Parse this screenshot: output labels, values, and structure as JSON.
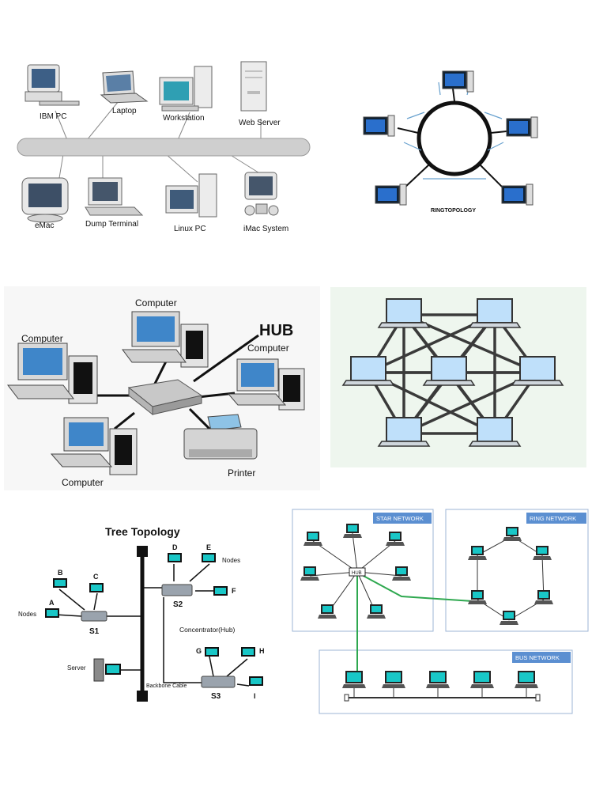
{
  "bus_diagram": {
    "labels": {
      "ibm_pc": "IBM PC",
      "laptop": "Laptop",
      "workstation": "Workstation",
      "web_server": "Web Server",
      "emac": "eMac",
      "dump_terminal": "Dump Terminal",
      "linux_pc": "Linux PC",
      "imac_system": "iMac System"
    }
  },
  "ring_diagram": {
    "caption": "RINGTOPOLOGY"
  },
  "star_diagram": {
    "hub_label": "HUB",
    "computer_label": "Computer",
    "printer_label": "Printer"
  },
  "tree_diagram": {
    "title": "Tree Topology",
    "nodes_label": "Nodes",
    "concentrator_label": "Concentrator(Hub)",
    "server_label": "Server",
    "backbone_label": "Backbone Cable",
    "switches": {
      "s1": "S1",
      "s2": "S2",
      "s3": "S3"
    },
    "node_letters": {
      "a": "A",
      "b": "B",
      "c": "C",
      "d": "D",
      "e": "E",
      "f": "F",
      "g": "G",
      "h": "H",
      "i": "I"
    }
  },
  "hybrid_diagram": {
    "star_title": "STAR NETWORK",
    "ring_title": "RING NETWORK",
    "bus_title": "BUS NETWORK",
    "hub_label": "HUB"
  },
  "colors": {
    "screen_blue": "#2a6fcc",
    "cyan_screen": "#19c7c7",
    "green_link": "#2ea84f",
    "panel_header": "#5b8fd1",
    "mesh_bg": "#eef6ee"
  }
}
